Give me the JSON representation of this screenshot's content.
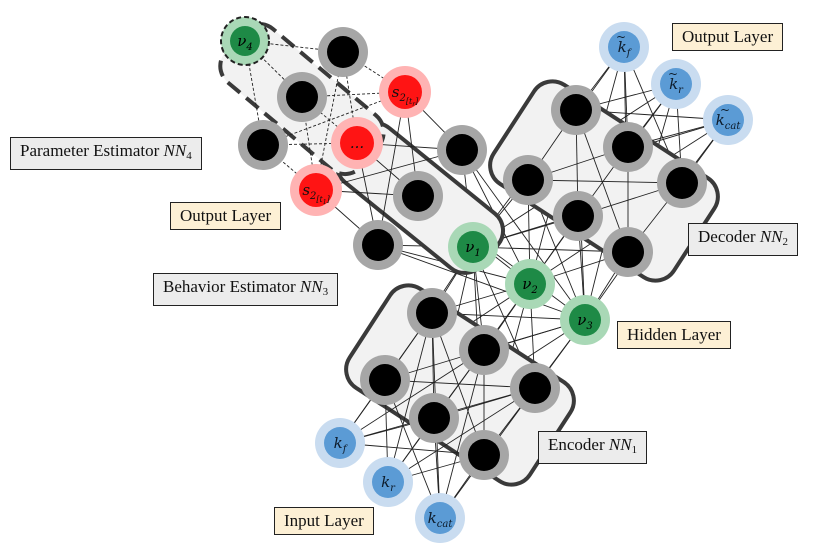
{
  "labels": {
    "output_layer_top": "Output Layer",
    "output_layer_left": "Output Layer",
    "hidden_layer": "Hidden Layer",
    "input_layer": "Input Layer",
    "decoder": {
      "text": "Decoder ",
      "nn": "NN",
      "sub": "2"
    },
    "encoder": {
      "text": "Encoder ",
      "nn": "NN",
      "sub": "1"
    },
    "behavior": {
      "text": "Behavior Estimator ",
      "nn": "NN",
      "sub": "3"
    },
    "parameter": {
      "text": "Parameter Estimator ",
      "nn": "NN",
      "sub": "4"
    }
  },
  "nodes": {
    "inputs": [
      {
        "base": "k",
        "sub": "f",
        "tilde": false
      },
      {
        "base": "k",
        "sub": "r",
        "tilde": false
      },
      {
        "base": "k",
        "sub": "cat",
        "tilde": false
      }
    ],
    "outputs": [
      {
        "base": "k",
        "sub": "f",
        "tilde": true
      },
      {
        "base": "k",
        "sub": "r",
        "tilde": true
      },
      {
        "base": "k",
        "sub": "cat",
        "tilde": true
      }
    ],
    "hidden": [
      {
        "base": "ν",
        "sub": "1"
      },
      {
        "base": "ν",
        "sub": "2"
      },
      {
        "base": "ν",
        "sub": "3"
      }
    ],
    "v4": {
      "base": "ν",
      "sub": "4"
    },
    "behavior_outputs": [
      {
        "base": "s",
        "sub": "2",
        "subsub": "t_r"
      },
      {
        "base": "...",
        "sub": "",
        "subsub": ""
      },
      {
        "base": "s",
        "sub": "2",
        "subsub": "t_1"
      }
    ]
  },
  "colors": {
    "blue_node": "#5b9bd5",
    "blue_halo": "#c9dcf0",
    "green_node": "#1e8a46",
    "green_halo": "#a9d8b6",
    "red_node": "#ff1414",
    "red_halo": "#ffb3b3",
    "black_node": "#000000",
    "grey_halo": "#a6a6a6",
    "box_fill": "#f2f2f2",
    "cream_label": "#fdf0d5",
    "grey_label": "#ececec"
  }
}
